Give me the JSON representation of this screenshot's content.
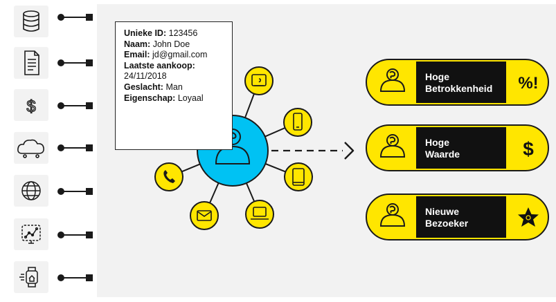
{
  "customer_card": {
    "rows": [
      {
        "label": "Unieke ID:",
        "value": "123456"
      },
      {
        "label": "Naam:",
        "value": "John Doe"
      },
      {
        "label": "Email:",
        "value": "jd@gmail.com"
      },
      {
        "label": "Laatste aankoop:",
        "value": ""
      },
      {
        "label": "",
        "value": "24/11/2018"
      },
      {
        "label": "Geslacht:",
        "value": "Man"
      },
      {
        "label": "Eigenschap:",
        "value": "Loyaal"
      }
    ]
  },
  "data_sources": [
    {
      "icon": "database-icon"
    },
    {
      "icon": "document-icon"
    },
    {
      "icon": "dollar-icon"
    },
    {
      "icon": "cloud-icon"
    },
    {
      "icon": "globe-icon"
    },
    {
      "icon": "analytics-screen-icon"
    },
    {
      "icon": "smart-watch-home-icon"
    }
  ],
  "touchpoints": [
    {
      "icon": "tablet-icon"
    },
    {
      "icon": "smartphone-icon"
    },
    {
      "icon": "tablet-portrait-icon"
    },
    {
      "icon": "laptop-icon"
    },
    {
      "icon": "email-icon"
    },
    {
      "icon": "phone-icon"
    }
  ],
  "segments": [
    {
      "line1": "Hoge",
      "line2": "Betrokkenheid",
      "badge": "%!",
      "badge_type": "text"
    },
    {
      "line1": "Hoge",
      "line2": "Waarde",
      "badge": "$",
      "badge_type": "text"
    },
    {
      "line1": "Nieuwe",
      "line2": "Bezoeker",
      "badge": "",
      "badge_type": "star"
    }
  ],
  "colors": {
    "center_node": "#00c2f3",
    "yellow": "#ffe600",
    "outline": "#1a1a1a",
    "segment_label_bg": "#111111",
    "panel_bg": "#f2f2f2"
  }
}
